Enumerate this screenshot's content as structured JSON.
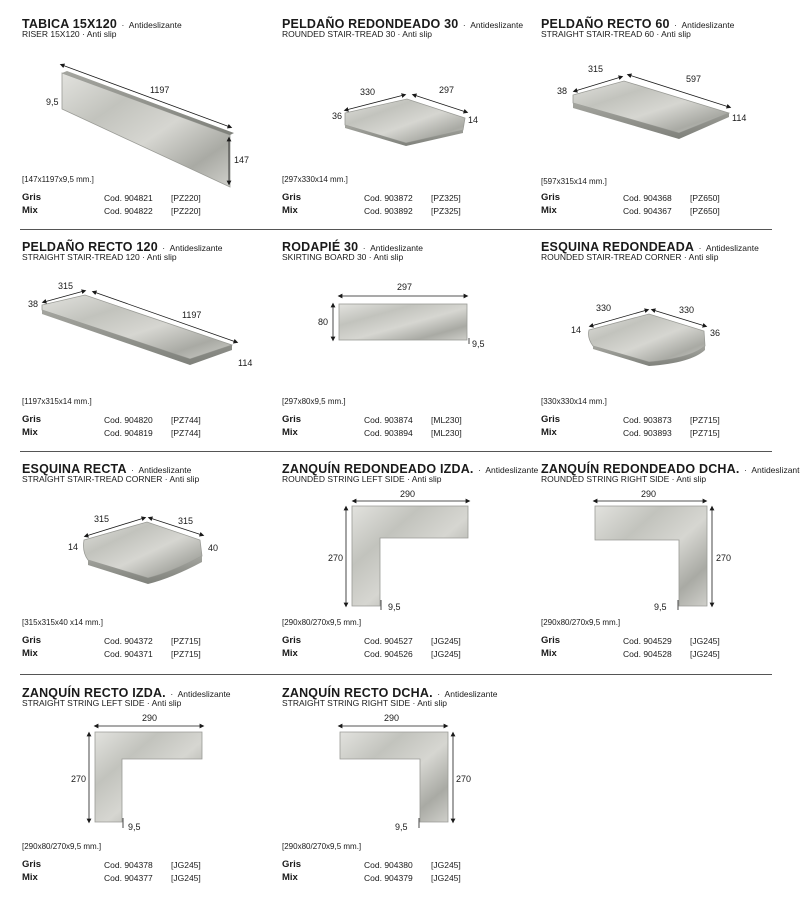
{
  "products": [
    {
      "name": "TABICA 15X120",
      "sep": "·",
      "adj": "Antideslizante",
      "sub": "RISER 15X120 · Anti slip",
      "size": "[147x1197x9,5 mm.]",
      "dims": [
        "1197",
        "9,5",
        "147"
      ],
      "rows": [
        {
          "v": "Gris",
          "c": "Cod. 904821",
          "p": "[PZ220]"
        },
        {
          "v": "Mix",
          "c": "Cod. 904822",
          "p": "[PZ220]"
        }
      ]
    },
    {
      "name": "PELDAÑO REDONDEADO 30",
      "sep": "·",
      "adj": "Antideslizante",
      "sub": "ROUNDED STAIR-TREAD 30 · Anti slip",
      "size": "[297x330x14 mm.]",
      "dims": [
        "330",
        "297",
        "36",
        "14"
      ],
      "rows": [
        {
          "v": "Gris",
          "c": "Cod. 903872",
          "p": "[PZ325]"
        },
        {
          "v": "Mix",
          "c": "Cod. 903892",
          "p": "[PZ325]"
        }
      ]
    },
    {
      "name": "PELDAÑO RECTO 60",
      "sep": "·",
      "adj": "Antideslizante",
      "sub": "STRAIGHT STAIR-TREAD 60 · Anti slip",
      "size": "[597x315x14 mm.]",
      "dims": [
        "315",
        "597",
        "38",
        "114"
      ],
      "rows": [
        {
          "v": "Gris",
          "c": "Cod. 904368",
          "p": "[PZ650]"
        },
        {
          "v": "Mix",
          "c": "Cod. 904367",
          "p": "[PZ650]"
        }
      ]
    },
    {
      "name": "PELDAÑO RECTO 120",
      "sep": "·",
      "adj": "Antideslizante",
      "sub": "STRAIGHT STAIR-TREAD 120 · Anti slip",
      "size": "[1197x315x14 mm.]",
      "dims": [
        "315",
        "1197",
        "38",
        "114"
      ],
      "rows": [
        {
          "v": "Gris",
          "c": "Cod. 904820",
          "p": "[PZ744]"
        },
        {
          "v": "Mix",
          "c": "Cod. 904819",
          "p": "[PZ744]"
        }
      ]
    },
    {
      "name": "RODAPIÉ 30",
      "sep": "·",
      "adj": "Antideslizante",
      "sub": "SKIRTING BOARD 30 · Anti slip",
      "size": "[297x80x9,5 mm.]",
      "dims": [
        "297",
        "80",
        "9,5"
      ],
      "rows": [
        {
          "v": "Gris",
          "c": "Cod. 903874",
          "p": "[ML230]"
        },
        {
          "v": "Mix",
          "c": "Cod. 903894",
          "p": "[ML230]"
        }
      ]
    },
    {
      "name": "ESQUINA REDONDEADA",
      "sep": "·",
      "adj": "Antideslizante",
      "sub": "ROUNDED STAIR-TREAD CORNER · Anti slip",
      "size": "[330x330x14 mm.]",
      "dims": [
        "330",
        "330",
        "14",
        "36"
      ],
      "rows": [
        {
          "v": "Gris",
          "c": "Cod. 903873",
          "p": "[PZ715]"
        },
        {
          "v": "Mix",
          "c": "Cod. 903893",
          "p": "[PZ715]"
        }
      ]
    },
    {
      "name": "ESQUINA RECTA",
      "sep": "·",
      "adj": "Antideslizante",
      "sub": "STRAIGHT STAIR-TREAD CORNER · Anti slip",
      "size": "[315x315x40  x14 mm.]",
      "dims": [
        "315",
        "315",
        "14",
        "40"
      ],
      "rows": [
        {
          "v": "Gris",
          "c": "Cod. 904372",
          "p": "[PZ715]"
        },
        {
          "v": "Mix",
          "c": "Cod. 904371",
          "p": "[PZ715]"
        }
      ]
    },
    {
      "name": "ZANQUÍN REDONDEADO IZDA.",
      "sep": "·",
      "adj": "Antideslizante",
      "sub": "ROUNDED STRING LEFT SIDE · Anti slip",
      "size": "[290x80/270x9,5 mm.]",
      "dims": [
        "290",
        "270",
        "9,5"
      ],
      "rows": [
        {
          "v": "Gris",
          "c": "Cod. 904527",
          "p": "[JG245]"
        },
        {
          "v": "Mix",
          "c": "Cod. 904526",
          "p": "[JG245]"
        }
      ]
    },
    {
      "name": "ZANQUÍN REDONDEADO DCHA.",
      "sep": "·",
      "adj": "Antideslizante",
      "sub": "ROUNDED STRING RIGHT SIDE · Anti slip",
      "size": "[290x80/270x9,5 mm.]",
      "dims": [
        "290",
        "270",
        "9,5"
      ],
      "rows": [
        {
          "v": "Gris",
          "c": "Cod. 904529",
          "p": "[JG245]"
        },
        {
          "v": "Mix",
          "c": "Cod. 904528",
          "p": "[JG245]"
        }
      ]
    },
    {
      "name": "ZANQUÍN RECTO IZDA.",
      "sep": "·",
      "adj": "Antideslizante",
      "sub": "STRAIGHT STRING LEFT SIDE · Anti slip",
      "size": "[290x80/270x9,5 mm.]",
      "dims": [
        "290",
        "270",
        "9,5"
      ],
      "rows": [
        {
          "v": "Gris",
          "c": "Cod. 904378",
          "p": "[JG245]"
        },
        {
          "v": "Mix",
          "c": "Cod. 904377",
          "p": "[JG245]"
        }
      ]
    },
    {
      "name": "ZANQUÍN RECTO DCHA.",
      "sep": "·",
      "adj": "Antideslizante",
      "sub": "STRAIGHT STRING RIGHT SIDE · Anti slip",
      "size": "[290x80/270x9,5 mm.]",
      "dims": [
        "290",
        "270",
        "9,5"
      ],
      "rows": [
        {
          "v": "Gris",
          "c": "Cod. 904380",
          "p": "[JG245]"
        },
        {
          "v": "Mix",
          "c": "Cod. 904379",
          "p": "[JG245]"
        }
      ]
    }
  ],
  "colors": {
    "tile_light": "#d9d9d4",
    "tile_mid": "#b8b9b3",
    "tile_dark": "#8f918b",
    "edge": "#9a9b96",
    "rule": "#555555"
  }
}
